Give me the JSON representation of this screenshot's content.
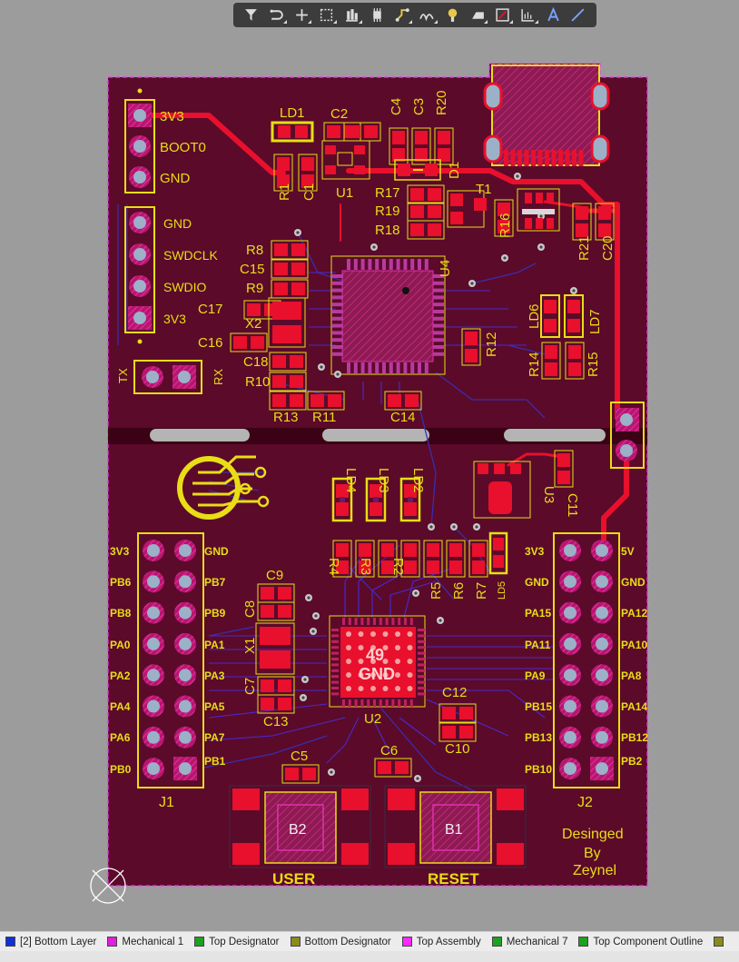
{
  "toolbar": {
    "tools": [
      {
        "name": "filter-icon",
        "color": "#dcdcdc"
      },
      {
        "name": "route-icon",
        "color": "#dcdcdc"
      },
      {
        "name": "crosshair-icon",
        "color": "#dcdcdc"
      },
      {
        "name": "select-rect-icon",
        "color": "#dcdcdc"
      },
      {
        "name": "align-icon",
        "color": "#dcdcdc"
      },
      {
        "name": "component-icon",
        "color": "#dcdcdc"
      },
      {
        "name": "interactive-route-icon",
        "color": "#e8c84a"
      },
      {
        "name": "diff-pair-icon",
        "color": "#dcdcdc"
      },
      {
        "name": "via-icon",
        "color": "#e8c84a"
      },
      {
        "name": "polygon-icon",
        "color": "#dcdcdc"
      },
      {
        "name": "graphic-rect-icon",
        "color": "#dcdcdc"
      },
      {
        "name": "dimension-icon",
        "color": "#dcdcdc"
      },
      {
        "name": "text-icon",
        "color": "#dcdcdc"
      },
      {
        "name": "line-icon",
        "color": "#dcdcdc"
      }
    ]
  },
  "colors": {
    "board": "#5b0a2a",
    "copper": "#e8102c",
    "silk": "#e9dd16",
    "outline": "#ff28ff",
    "bottom_trace": "#1c1e9c"
  },
  "designators": {
    "LD1": "LD1",
    "C2": "C2",
    "C4": "C4",
    "C3": "C3",
    "R20": "R20",
    "R1": "R1",
    "C1": "C1",
    "U1": "U1",
    "D1": "D1",
    "R17": "R17",
    "R19": "R19",
    "R18": "R18",
    "T1": "T1",
    "R16": "R16",
    "R21": "R21",
    "C20": "C20",
    "R8": "R8",
    "C15": "C15",
    "R9": "R9",
    "C17": "C17",
    "X2": "X2",
    "C16": "C16",
    "C18": "C18",
    "R10": "R10",
    "R13": "R13",
    "R11": "R11",
    "C14": "C14",
    "U4": "U4",
    "R12": "R12",
    "LD6": "LD6",
    "LD7": "LD7",
    "R14": "R14",
    "R15": "R15",
    "LD4": "LD4",
    "LD3": "LD3",
    "LD2": "LD2",
    "U3": "U3",
    "C11": "C11",
    "R4": "R4",
    "R3": "R3",
    "R2": "R2",
    "R5": "R5",
    "R6": "R6",
    "R7": "R7",
    "LD5": "LD5",
    "C9": "C9",
    "C8": "C8",
    "X1": "X1",
    "C7": "C7",
    "C13": "C13",
    "U2": "U2",
    "C12": "C12",
    "C10": "C10",
    "C5": "C5",
    "C6": "C6",
    "J1": "J1",
    "J2": "J2",
    "B2": "B2",
    "B1": "B1"
  },
  "pins": {
    "boot_header": [
      "3V3",
      "BOOT0",
      "GND"
    ],
    "swd_header": [
      "GND",
      "SWDCLK",
      "SWDIO",
      "3V3"
    ],
    "uart": [
      "TX",
      "RX"
    ],
    "j1_left": [
      "3V3",
      "PB6",
      "PB8",
      "PA0",
      "PA2",
      "PA4",
      "PA6",
      "PB0"
    ],
    "j1_right": [
      "GND",
      "PB7",
      "PB9",
      "PA1",
      "PA3",
      "PA5",
      "PA7",
      "PB1"
    ],
    "j2_left": [
      "3V3",
      "GND",
      "PA15",
      "PA11",
      "PA9",
      "PB15",
      "PB13",
      "PB10"
    ],
    "j2_right": [
      "5V",
      "GND",
      "PA12",
      "PA10",
      "PA8",
      "PA14",
      "PB12",
      "PB2"
    ]
  },
  "labels": {
    "user": "USER",
    "reset": "RESET",
    "u2_pad_number": "49",
    "u2_pad_net": "GND",
    "credit": [
      "Desinged",
      "By",
      "Zeynel"
    ]
  },
  "layers": [
    {
      "label": "[2] Bottom Layer",
      "color": "#1030d8"
    },
    {
      "label": "Mechanical 1",
      "color": "#e020e0"
    },
    {
      "label": "Top Designator",
      "color": "#20a020"
    },
    {
      "label": "Bottom Designator",
      "color": "#8a8a20"
    },
    {
      "label": "Top Assembly",
      "color": "#ff28ff"
    },
    {
      "label": "Mechanical 7",
      "color": "#20a020"
    },
    {
      "label": "Top Component Outline",
      "color": "#20a020"
    },
    {
      "label": "",
      "color": "#8a8a20"
    }
  ]
}
